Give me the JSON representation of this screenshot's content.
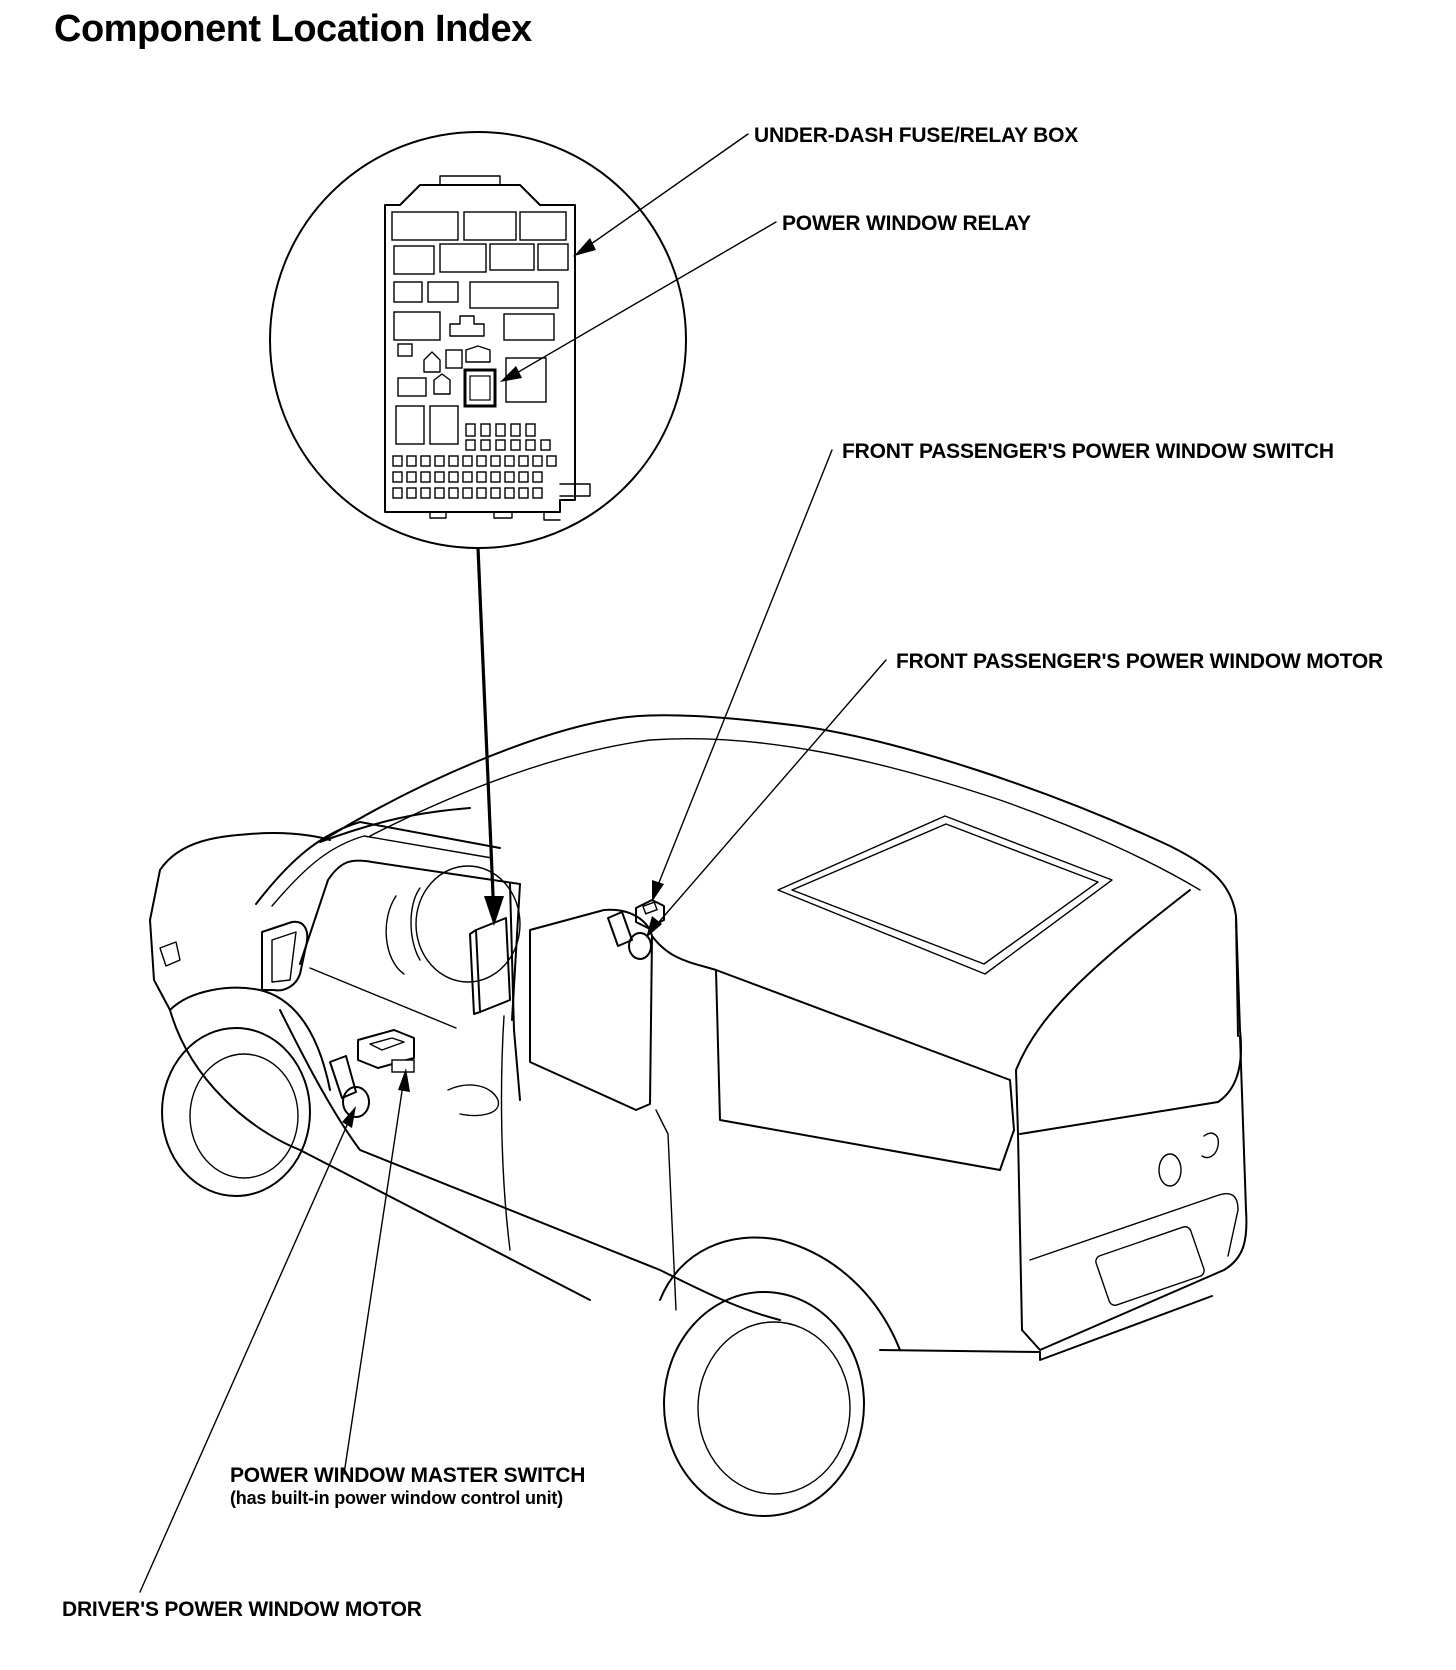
{
  "page": {
    "title": "Component Location Index"
  },
  "callouts": {
    "under_dash_fuse_relay_box": "UNDER-DASH FUSE/RELAY BOX",
    "power_window_relay": "POWER WINDOW RELAY",
    "front_passenger_power_window_switch": "FRONT PASSENGER'S POWER WINDOW SWITCH",
    "front_passenger_power_window_motor": "FRONT PASSENGER'S POWER WINDOW MOTOR",
    "power_window_master_switch": "POWER WINDOW MASTER SWITCH",
    "power_window_master_switch_note": "(has built-in power window control unit)",
    "driver_power_window_motor": "DRIVER'S POWER WINDOW MOTOR"
  }
}
